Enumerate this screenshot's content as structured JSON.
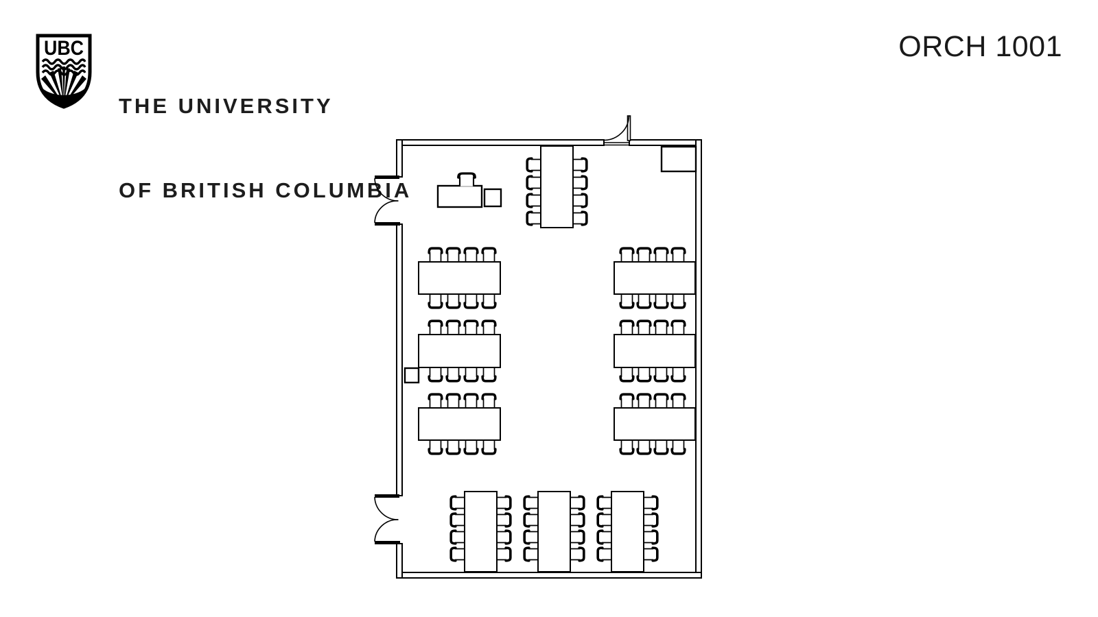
{
  "header": {
    "logo": {
      "monogram": "UBC",
      "name": "ubc-crest-logo"
    },
    "university_name_line1": "THE UNIVERSITY",
    "university_name_line2": "OF BRITISH COLUMBIA",
    "room_title": "ORCH 1001"
  },
  "floor_plan": {
    "type": "classroom-seating-plan",
    "room_label": "ORCH 1001",
    "fixtures": [
      "double-door-left-upper",
      "double-door-left-lower",
      "single-door-top-right",
      "instructor-desk",
      "instructor-chair",
      "podium",
      "corner-cabinet",
      "wall-panel"
    ],
    "tables": {
      "count": 10,
      "chairs_per_table": 8
    },
    "total_student_chairs": 80,
    "instructor_chairs": 1
  },
  "colors": {
    "line": "#000000",
    "background": "#ffffff",
    "text": "#1a1a1a"
  }
}
